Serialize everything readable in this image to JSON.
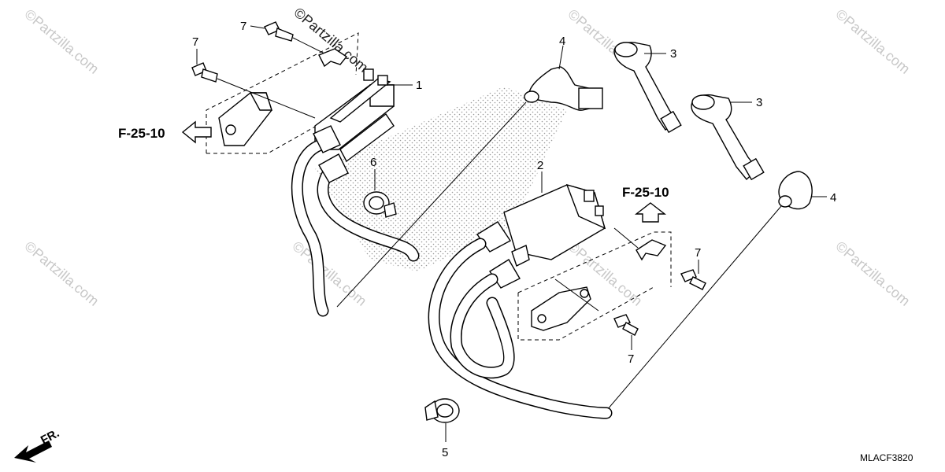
{
  "callouts": {
    "c1": "1",
    "c2": "2",
    "c3a": "3",
    "c3b": "3",
    "c4a": "4",
    "c4b": "4",
    "c5": "5",
    "c6": "6",
    "c7a": "7",
    "c7b": "7",
    "c7c": "7",
    "c7d": "7"
  },
  "references": {
    "left": "F-25-10",
    "right": "F-25-10"
  },
  "front_label": "FR.",
  "diagram_code": "MLACF3820",
  "watermark": "©Partzilla.com"
}
